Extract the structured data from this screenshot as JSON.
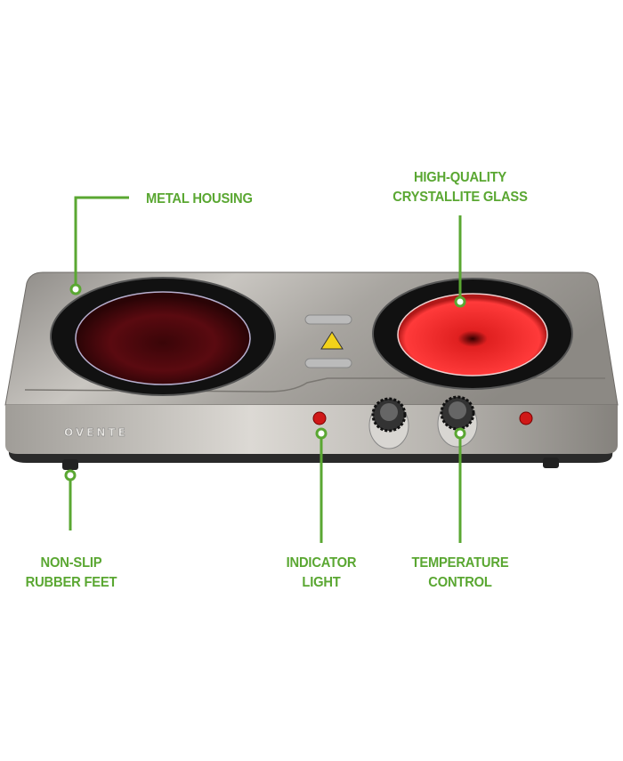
{
  "brand_logo": "OVENTE",
  "accent_color": "#5aa732",
  "callouts": [
    {
      "id": "metal-housing",
      "lines": [
        "METAL HOUSING"
      ]
    },
    {
      "id": "crystallite-glass",
      "lines": [
        "HIGH-QUALITY",
        "CRYSTALLITE GLASS"
      ]
    },
    {
      "id": "rubber-feet",
      "lines": [
        "NON-SLIP",
        "RUBBER FEET"
      ]
    },
    {
      "id": "indicator-light",
      "lines": [
        "INDICATOR",
        "LIGHT"
      ]
    },
    {
      "id": "temperature-control",
      "lines": [
        "TEMPERATURE",
        "CONTROL"
      ]
    }
  ]
}
